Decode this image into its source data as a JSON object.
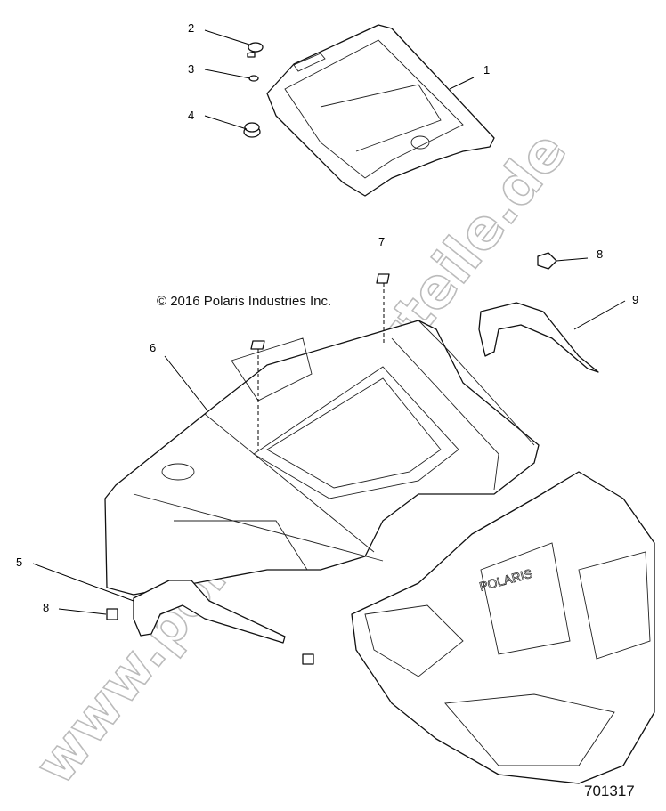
{
  "diagram": {
    "copyright": "© 2016 Polaris Industries Inc.",
    "document_number": "701317",
    "watermark": "www.polarisersatzteile.de",
    "logo_text": "POLARIS",
    "callouts": [
      "1",
      "2",
      "3",
      "4",
      "5",
      "6",
      "7",
      "8",
      "9",
      "8"
    ]
  }
}
